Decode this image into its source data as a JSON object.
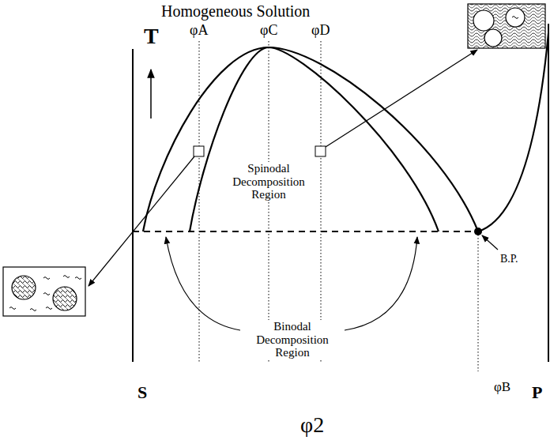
{
  "diagram": {
    "labels": [
      "Homogeneous Solution",
      "T",
      "φA",
      "φC",
      "φD",
      "Spinodal Decomposition Region",
      "Binodal Decomposition Region",
      "B.P.",
      "S",
      "φB",
      "P",
      "φ2"
    ]
  }
}
